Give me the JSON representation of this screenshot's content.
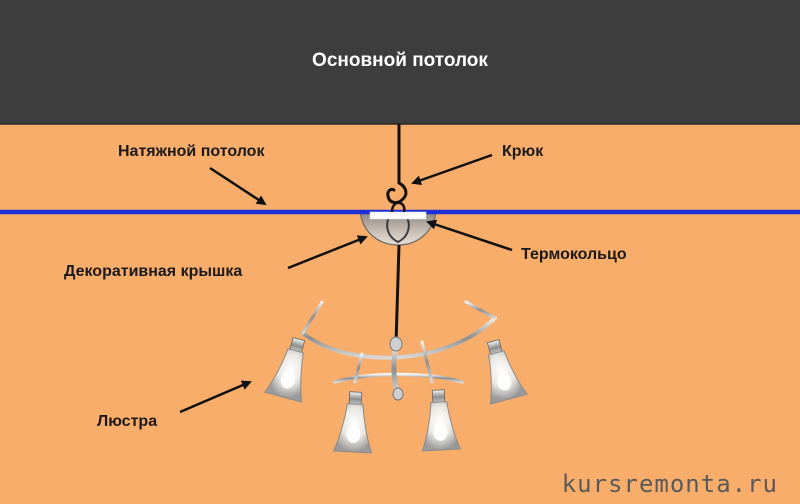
{
  "labels": {
    "main_ceiling": "Основной потолок",
    "stretch_ceiling": "Натяжной потолок",
    "hook": "Крюк",
    "thermo_ring": "Термокольцо",
    "decor_cover": "Декоративная крышка",
    "chandelier": "Люстра"
  },
  "watermark": "kursremonta.ru",
  "colors": {
    "main_ceiling": "#3d3d3d",
    "background": "#f9ad6a",
    "stretch_line": "#1f2fd6",
    "arrow": "#111111"
  }
}
